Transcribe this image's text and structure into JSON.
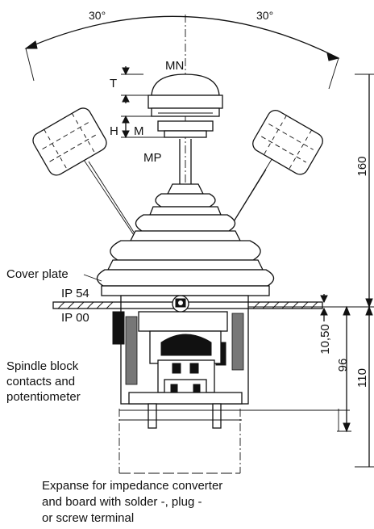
{
  "angles": {
    "left": "30°",
    "right": "30°"
  },
  "labels": {
    "mn": "MN",
    "mp": "MP",
    "t": "T",
    "h": "H",
    "m": "M",
    "cover_plate": "Cover plate",
    "ip54": "IP 54",
    "ip00": "IP 00",
    "spindle_line1": "Spindle block",
    "spindle_line2": "contacts and",
    "spindle_line3": "potentiometer",
    "expanse_line1": "Expanse for impedance converter",
    "expanse_line2": "and board with solder -, plug -",
    "expanse_line3": "or screw terminal"
  },
  "dimensions": {
    "height_upper": "160",
    "height_lower": "110",
    "depth_a": "10,50",
    "depth_b": "96"
  }
}
